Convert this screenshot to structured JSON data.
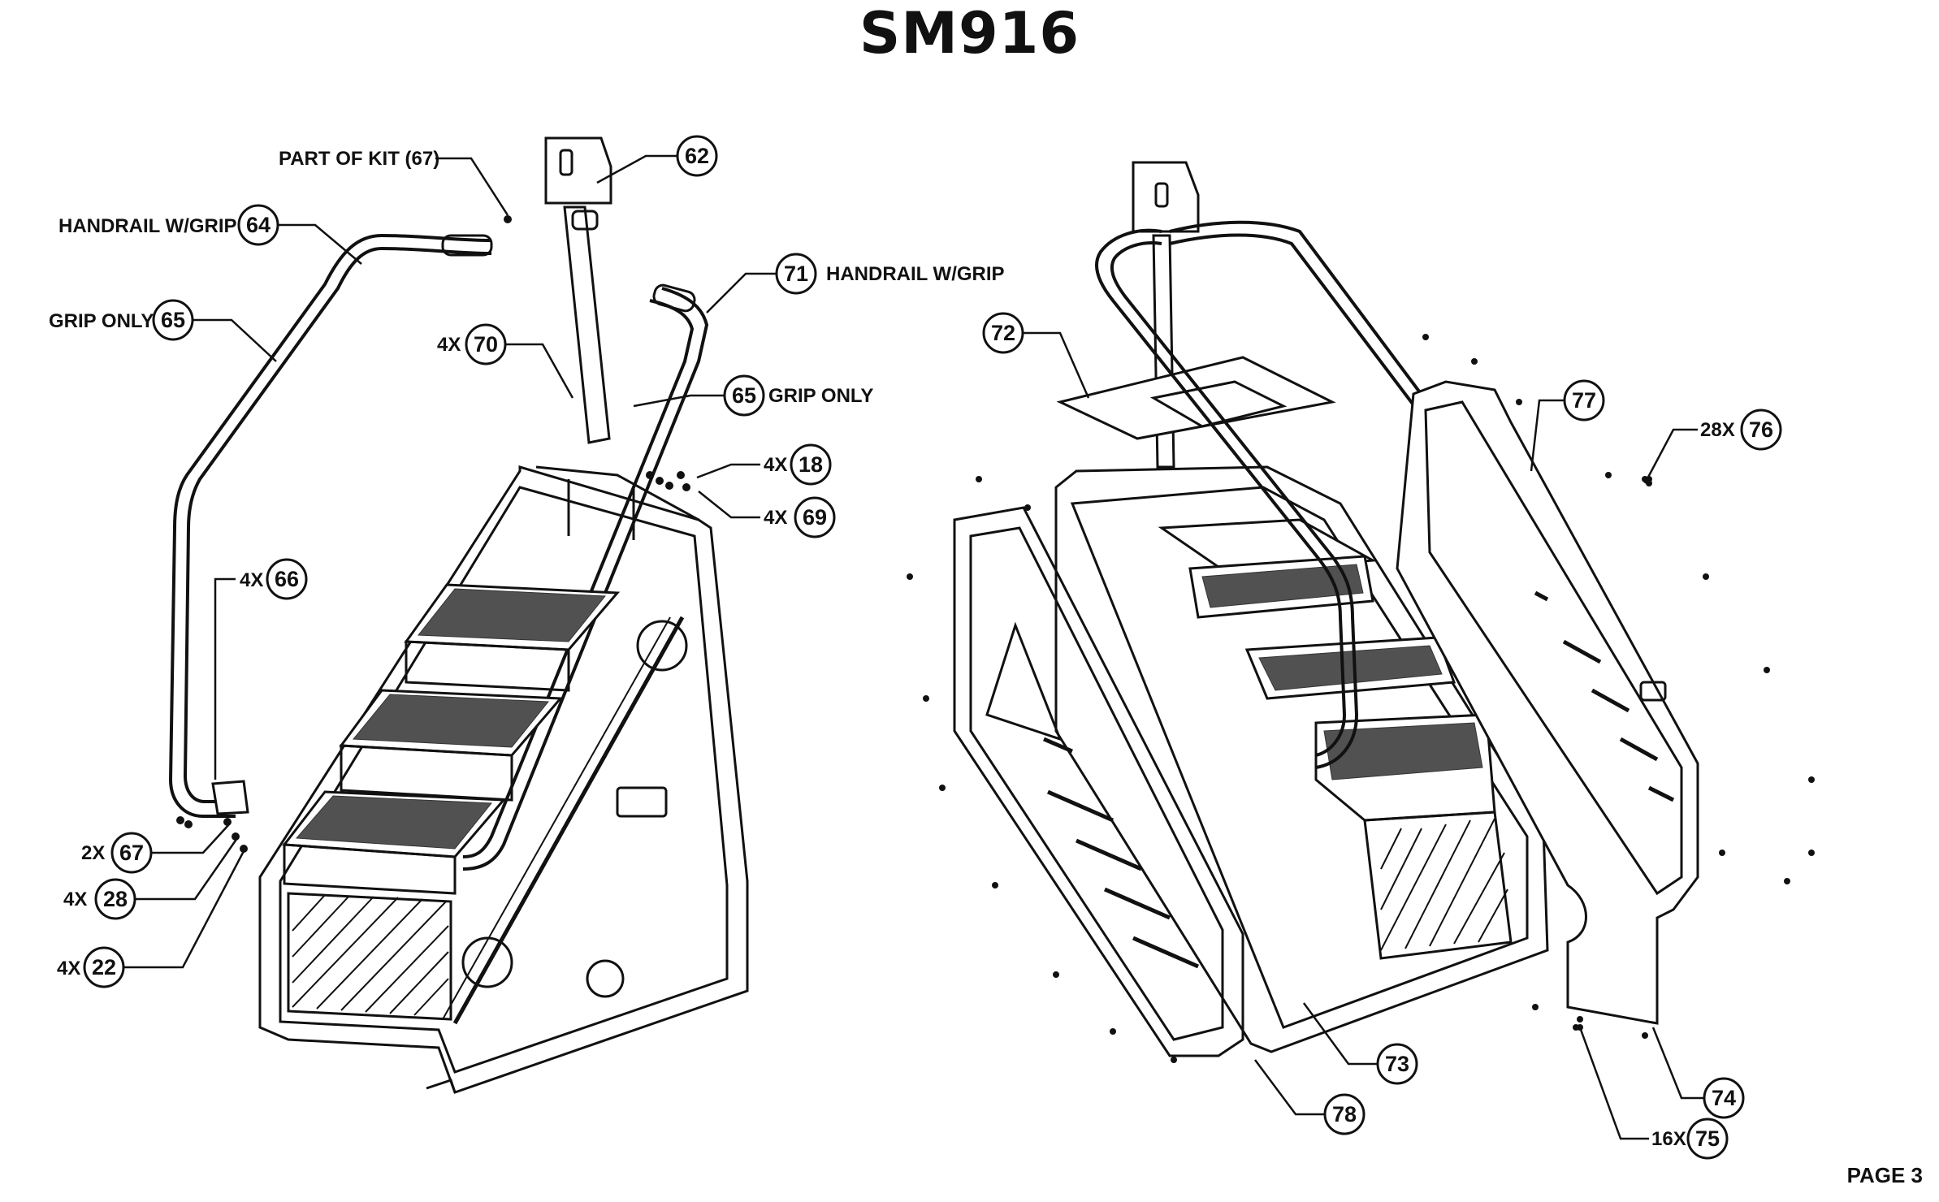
{
  "title": "SM916",
  "page_label": "PAGE 3",
  "callouts": [
    {
      "id": "62",
      "prefix": "",
      "label": ""
    },
    {
      "id": "64",
      "prefix": "",
      "label": "HANDRAIL W/GRIP"
    },
    {
      "id": "65",
      "prefix": "",
      "label": "GRIP ONLY"
    },
    {
      "id": "71",
      "prefix": "",
      "label": "HANDRAIL W/GRIP"
    },
    {
      "id": "70",
      "prefix": "4X",
      "label": ""
    },
    {
      "id": "65",
      "prefix": "",
      "label": "GRIP ONLY"
    },
    {
      "id": "18",
      "prefix": "4X",
      "label": ""
    },
    {
      "id": "69",
      "prefix": "4X",
      "label": ""
    },
    {
      "id": "66",
      "prefix": "4X",
      "label": ""
    },
    {
      "id": "67",
      "prefix": "2X",
      "label": ""
    },
    {
      "id": "28",
      "prefix": "4X",
      "label": ""
    },
    {
      "id": "22",
      "prefix": "4X",
      "label": ""
    },
    {
      "id": "72",
      "prefix": "",
      "label": ""
    },
    {
      "id": "77",
      "prefix": "",
      "label": ""
    },
    {
      "id": "76",
      "prefix": "28X",
      "label": ""
    },
    {
      "id": "73",
      "prefix": "",
      "label": ""
    },
    {
      "id": "78",
      "prefix": "",
      "label": ""
    },
    {
      "id": "74",
      "prefix": "",
      "label": ""
    },
    {
      "id": "75",
      "prefix": "16X",
      "label": ""
    }
  ],
  "kit_note": "PART OF KIT (67)"
}
